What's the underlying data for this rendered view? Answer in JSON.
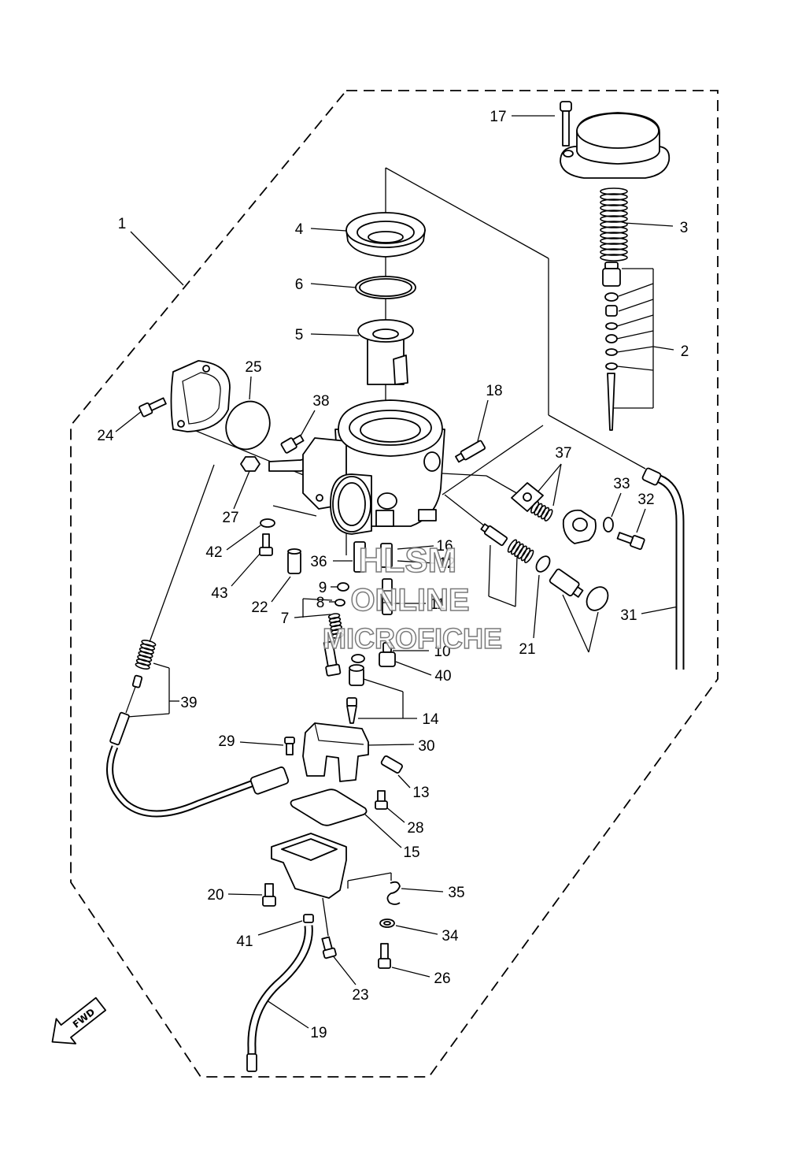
{
  "callouts": [
    "17",
    "1",
    "4",
    "3",
    "6",
    "5",
    "2",
    "25",
    "38",
    "18",
    "24",
    "37",
    "33",
    "32",
    "27",
    "42",
    "36",
    "16",
    "12",
    "43",
    "22",
    "9",
    "8",
    "7",
    "11",
    "31",
    "10",
    "21",
    "40",
    "39",
    "14",
    "29",
    "30",
    "13",
    "28",
    "15",
    "20",
    "35",
    "34",
    "41",
    "26",
    "23",
    "19"
  ],
  "fwd_label": "FWD",
  "watermark": {
    "line1": "HLSM",
    "line2": "ONLINE",
    "line3": "MICROFICHE"
  },
  "colors": {
    "line": "#000000",
    "background": "#ffffff",
    "watermark": "#7a7a7a"
  }
}
